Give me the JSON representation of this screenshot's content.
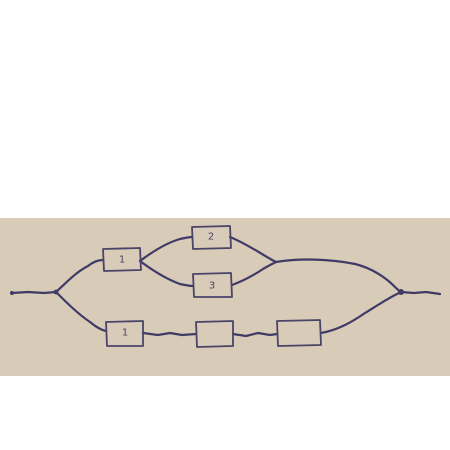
{
  "diagram": {
    "blocks": [
      {
        "id": "b1",
        "label": "1"
      },
      {
        "id": "b2",
        "label": "2"
      },
      {
        "id": "b3",
        "label": "3"
      },
      {
        "id": "b4",
        "label": "1"
      },
      {
        "id": "b5",
        "label": ""
      },
      {
        "id": "b6",
        "label": ""
      }
    ],
    "connections": [
      [
        "input",
        "b1"
      ],
      [
        "input",
        "b4"
      ],
      [
        "b1",
        "b2"
      ],
      [
        "b1",
        "b3"
      ],
      [
        "b2",
        "merge-top"
      ],
      [
        "b3",
        "merge-top"
      ],
      [
        "merge-top",
        "output"
      ],
      [
        "b4",
        "b5"
      ],
      [
        "b5",
        "b6"
      ],
      [
        "b6",
        "output"
      ]
    ],
    "colors": {
      "paper": "#d8cbb8",
      "ink": "#3f3a66"
    }
  }
}
